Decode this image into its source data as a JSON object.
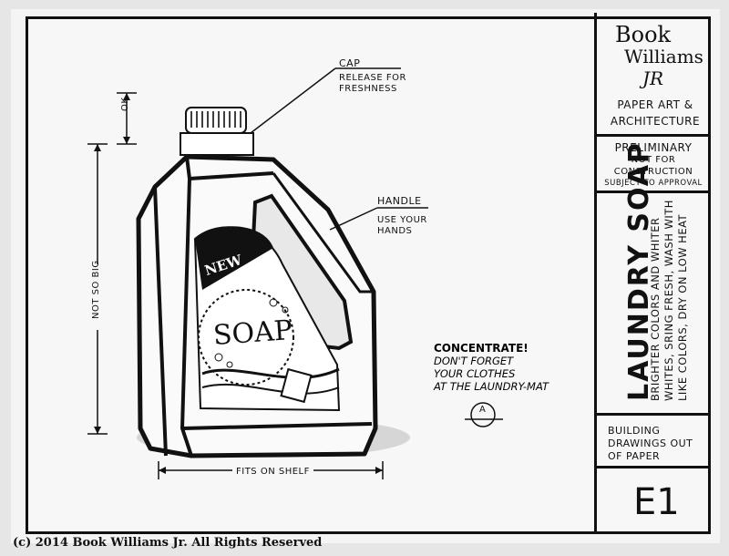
{
  "author": {
    "line1": "Book",
    "line2": "Williams",
    "line3": "JR"
  },
  "subtitle": {
    "line1": "PAPER ART &",
    "line2": "ARCHITECTURE"
  },
  "preliminary": {
    "line1": "PRELIMINARY",
    "line2": "NOT FOR",
    "line3": "CONSTRUCTION",
    "line4": "SUBJECT TO APPROVAL"
  },
  "drawing_title": "LAUNDRY SOAP",
  "description": {
    "line1": "BRIGHTER COLORS AND WHITER",
    "line2": "WHITES, SRING FRESH, WASH WITH",
    "line3": "LIKE COLORS, DRY ON LOW HEAT"
  },
  "building": {
    "line1": "BUILDING",
    "line2": "DRAWINGS OUT",
    "line3": "OF PAPER"
  },
  "sheet_number": "E1",
  "annotations": {
    "cap_title": "CAP",
    "cap_note1": "RELEASE FOR",
    "cap_note2": "FRESHNESS",
    "handle_title": "HANDLE",
    "handle_note1": "USE YOUR",
    "handle_note2": "HANDS",
    "concentrate1": "CONCENTRATE!",
    "concentrate2": "DON'T FORGET",
    "concentrate3": "YOUR CLOTHES",
    "concentrate4": "AT THE LAUNDRY-MAT"
  },
  "dimensions": {
    "top": "OK",
    "height": "NOT SO BIG",
    "width": "FITS ON SHELF"
  },
  "bottle_label": {
    "new": "NEW",
    "brand": "SOAP"
  },
  "section_marker": "A",
  "copyright": "(c) 2014 Book Williams Jr. All Rights Reserved"
}
